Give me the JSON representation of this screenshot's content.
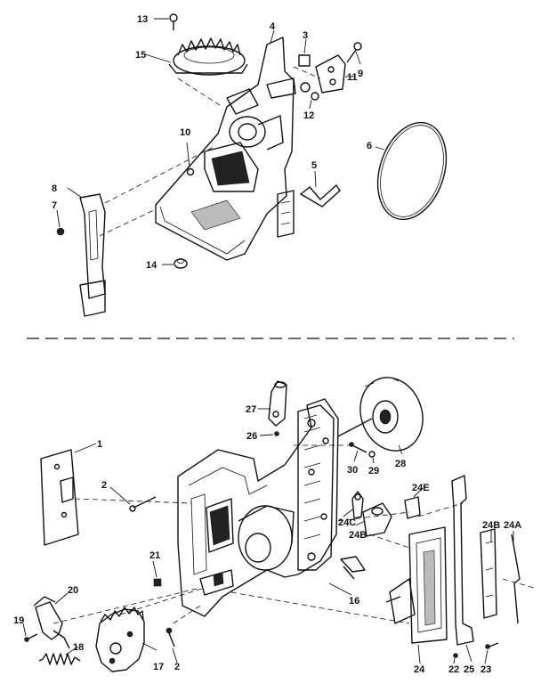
{
  "labels": {
    "p13": "13",
    "p15": "15",
    "p4": "4",
    "p3": "3",
    "p9": "9",
    "p11": "11",
    "p12": "12",
    "p10": "10",
    "p6": "6",
    "p5": "5",
    "p8": "8",
    "p7": "7",
    "p14": "14",
    "p1": "1",
    "p2a": "2",
    "p27": "27",
    "p26": "26",
    "p30": "30",
    "p29": "29",
    "p28": "28",
    "p24E": "24E",
    "p24C": "24C",
    "p24B": "24B",
    "p24A": "24A",
    "p24Bb": "24B",
    "p21": "21",
    "p16": "16",
    "p20": "20",
    "p19": "19",
    "p18": "18",
    "p17": "17",
    "p2b": "2",
    "p24": "24",
    "p22": "22",
    "p25": "25",
    "p23": "23"
  }
}
